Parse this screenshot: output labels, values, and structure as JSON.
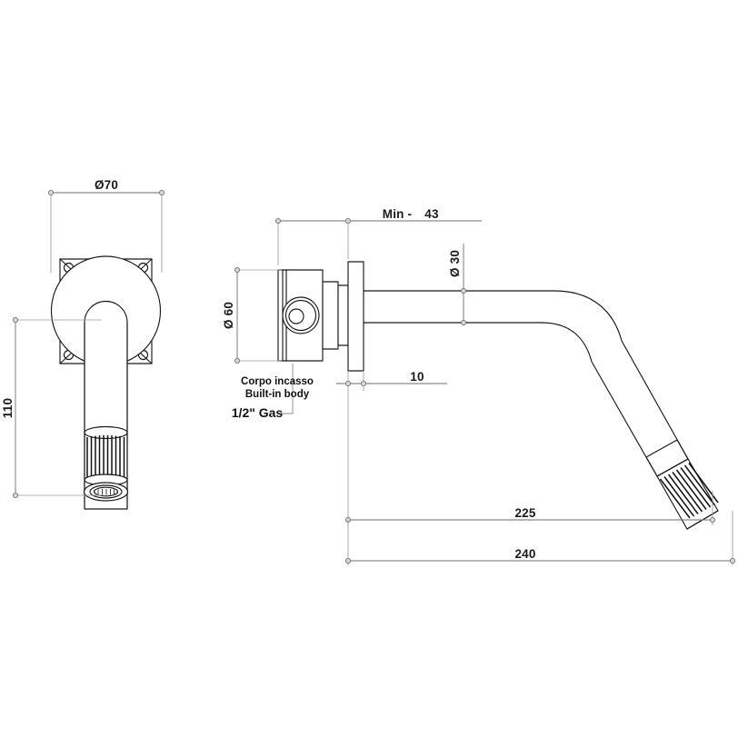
{
  "document": {
    "type": "technical-drawing",
    "subject": "Wall-mounted basin spout / built-in body",
    "background_color": "#ffffff",
    "line_color": "#1a1a1a",
    "dimension_color": "#6e6e6e"
  },
  "views": {
    "front": {
      "name": "front-elevation-view",
      "description": "Front view of wall spout with square mounting plate and round escutcheon"
    },
    "side": {
      "name": "side-section-view",
      "description": "Side view of built-in body and projecting spout arm"
    }
  },
  "dimensions": {
    "diameter_flange": "Ø70",
    "height_110": "110",
    "diameter_body": "Ø 60",
    "diameter_spout": "Ø 30",
    "min_wall": "Min -",
    "min_wall_value": "43",
    "plate_thickness": "10",
    "projection_spout": "225",
    "projection_total": "240"
  },
  "annotations": {
    "body_it": "Corpo incasso",
    "body_en": "Built-in body",
    "thread": "1/2\" Gas"
  }
}
